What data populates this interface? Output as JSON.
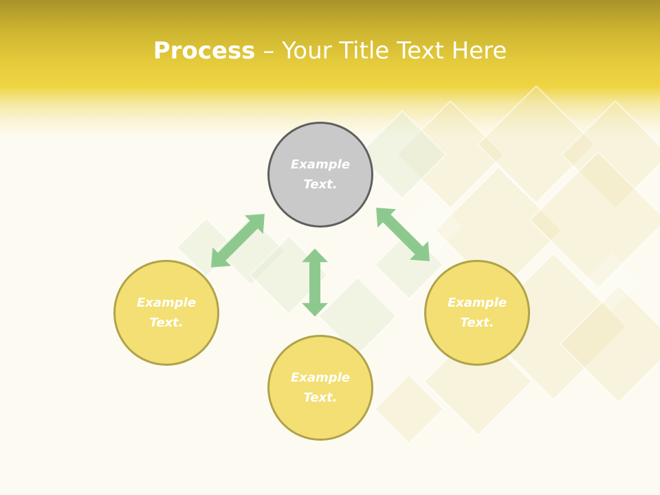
{
  "header": {
    "title_strong": "Process",
    "title_rest": " – Your Title Text Here"
  },
  "diagram": {
    "nodes": [
      {
        "label_line1": "Example",
        "label_line2": "Text.",
        "style": "gray"
      },
      {
        "label_line1": "Example",
        "label_line2": "Text.",
        "style": "yellow"
      },
      {
        "label_line1": "Example",
        "label_line2": "Text.",
        "style": "yellow"
      },
      {
        "label_line1": "Example",
        "label_line2": "Text.",
        "style": "yellow"
      }
    ],
    "arrow_color": "#8dc98f"
  },
  "colors": {
    "background": "#fdfbf1",
    "header_top": "#a9922a",
    "header_mid": "#eed441",
    "node_gray_fill": "#c9c9c9",
    "node_gray_border": "#5f5f5f",
    "node_yellow_fill": "#f3df73",
    "node_yellow_border": "#b0a24a"
  }
}
